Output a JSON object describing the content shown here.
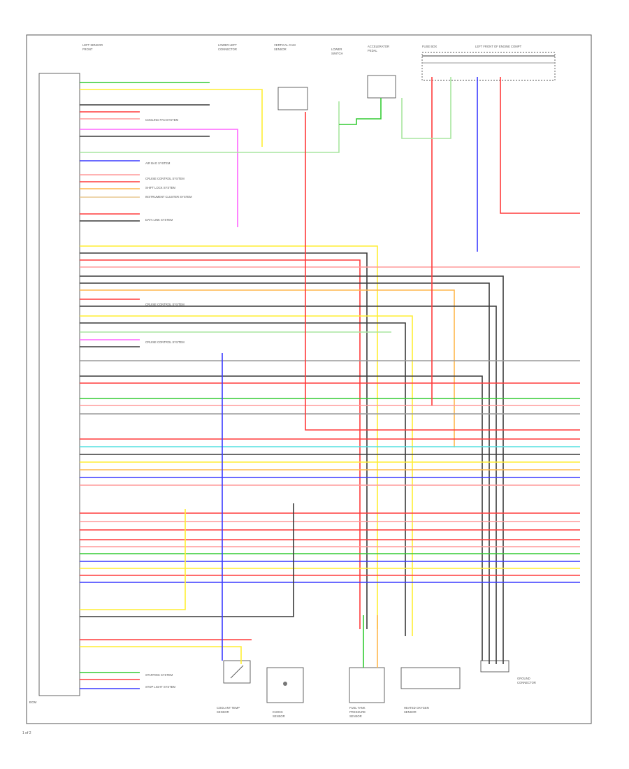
{
  "module": {
    "name_lines": [
      "ECM"
    ]
  },
  "components": [
    {
      "id": "upper_left",
      "lines": [
        "LEFT SENSOR",
        "FRONT"
      ]
    },
    {
      "id": "c2",
      "lines": [
        "LOWER LEFT",
        "CONNECTOR"
      ]
    },
    {
      "id": "c3",
      "lines": [
        "VERTICAL CAM",
        "SENSOR"
      ]
    },
    {
      "id": "c4",
      "lines": [
        "LOWER",
        "SWITCH"
      ]
    },
    {
      "id": "c5",
      "lines": [
        "ACCELERATOR",
        "PEDAL"
      ]
    },
    {
      "id": "c6",
      "lines": [
        "FUSE BOX"
      ]
    },
    {
      "id": "c7",
      "lines": [
        "LEFT FRONT OF ENGINE COMPT"
      ]
    },
    {
      "id": "b1",
      "lines": [
        "COOLANT TEMP",
        "SENSOR"
      ]
    },
    {
      "id": "b2",
      "lines": [
        "KNOCK",
        "SENSOR"
      ]
    },
    {
      "id": "b3",
      "lines": [
        "FUEL TANK",
        "PRESSURE",
        "SENSOR"
      ]
    },
    {
      "id": "b4",
      "lines": [
        "HEATED OXYGEN",
        "SENSOR"
      ]
    },
    {
      "id": "b5",
      "lines": [
        "GROUND",
        "CONNECTOR"
      ]
    }
  ],
  "system_refs": [
    "COOLING FAN SYSTEM",
    "AIR BAG SYSTEM",
    "CRUISE CONTROL SYSTEM",
    "SHIFT LOCK SYSTEM",
    "INSTRUMENT CLUSTER SYSTEM",
    "DATA LINK SYSTEM",
    "CRUISE CONTROL SYSTEM",
    "CRUISE CONTROL SYSTEM",
    "STARTING SYSTEM",
    "STOP LIGHT SYSTEM"
  ],
  "footer": "1 of 2",
  "palette": {
    "black": "#3a3a3a",
    "red": "#ff3b3b",
    "pink": "#ff9a9a",
    "green": "#33cc33",
    "lightgreen": "#a8e6a0",
    "yellow": "#ffee33",
    "blue": "#3a3aff",
    "lightblue": "#9ad0ff",
    "cyan": "#55e0e0",
    "violet": "#ff66ff",
    "orange": "#ffb74d",
    "gray": "#9a9a9a",
    "tan": "#e8c890"
  }
}
